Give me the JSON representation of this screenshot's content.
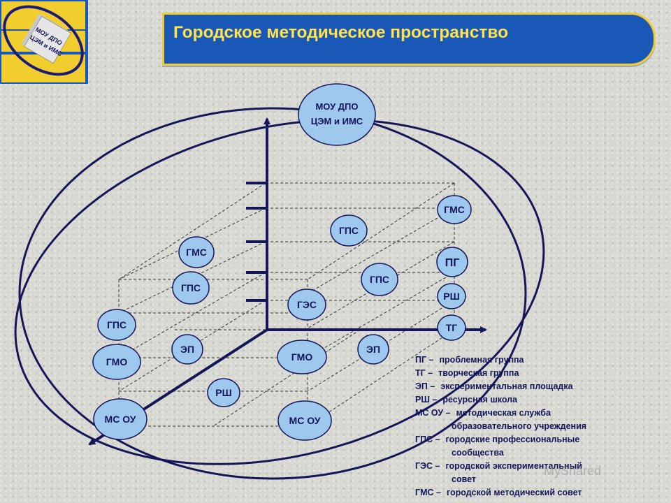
{
  "title": "Городское методическое пространство",
  "logo": {
    "line1": "МОУ ДПО",
    "line2": "ЦЭМ и ИМС"
  },
  "top_node": {
    "line1": "МОУ ДПО",
    "line2": "ЦЭМ и ИМС"
  },
  "nodes": [
    {
      "id": "gms-right",
      "label": "ГМС"
    },
    {
      "id": "gps-upper",
      "label": "ГПС"
    },
    {
      "id": "gms-left",
      "label": "ГМС"
    },
    {
      "id": "pg",
      "label": "ПГ"
    },
    {
      "id": "gps-left-mid",
      "label": "ГПС"
    },
    {
      "id": "gps-center",
      "label": "ГПС"
    },
    {
      "id": "rsh-right",
      "label": "РШ"
    },
    {
      "id": "ges",
      "label": "ГЭС"
    },
    {
      "id": "gps-far-left",
      "label": "ГПС"
    },
    {
      "id": "tg",
      "label": "ТГ"
    },
    {
      "id": "ep-left",
      "label": "ЭП"
    },
    {
      "id": "ep-right",
      "label": "ЭП"
    },
    {
      "id": "gmo-left",
      "label": "ГМО"
    },
    {
      "id": "gmo-center",
      "label": "ГМО"
    },
    {
      "id": "rsh-lower",
      "label": "РШ"
    },
    {
      "id": "ms-ou-left",
      "label": "МС ОУ"
    },
    {
      "id": "ms-ou-center",
      "label": "МС ОУ"
    }
  ],
  "legend": [
    {
      "abbr": "ПГ –",
      "def": "проблемная группа",
      "cont": ""
    },
    {
      "abbr": "ТГ –",
      "def": "творческая группа",
      "cont": ""
    },
    {
      "abbr": "ЭП –",
      "def": "экспериментальная площадка",
      "cont": ""
    },
    {
      "abbr": "РШ –",
      "def": "ресурсная школа",
      "cont": ""
    },
    {
      "abbr": "МС ОУ –",
      "def": "методическая служба",
      "cont": "образовательного учреждения"
    },
    {
      "abbr": "ГПС –",
      "def": "городские профессиональные",
      "cont": "сообщества"
    },
    {
      "abbr": "ГЭС –",
      "def": "городской экспериментальный",
      "cont": "совет"
    },
    {
      "abbr": "ГМС –",
      "def": "городской методический совет",
      "cont": ""
    }
  ],
  "watermark": "MyShared",
  "colors": {
    "node_fill": "#9fc8ee",
    "node_stroke": "#15155a",
    "title_bg": "#1a58b8",
    "title_text": "#ffe34a",
    "title_border": "#f2cd2e"
  }
}
